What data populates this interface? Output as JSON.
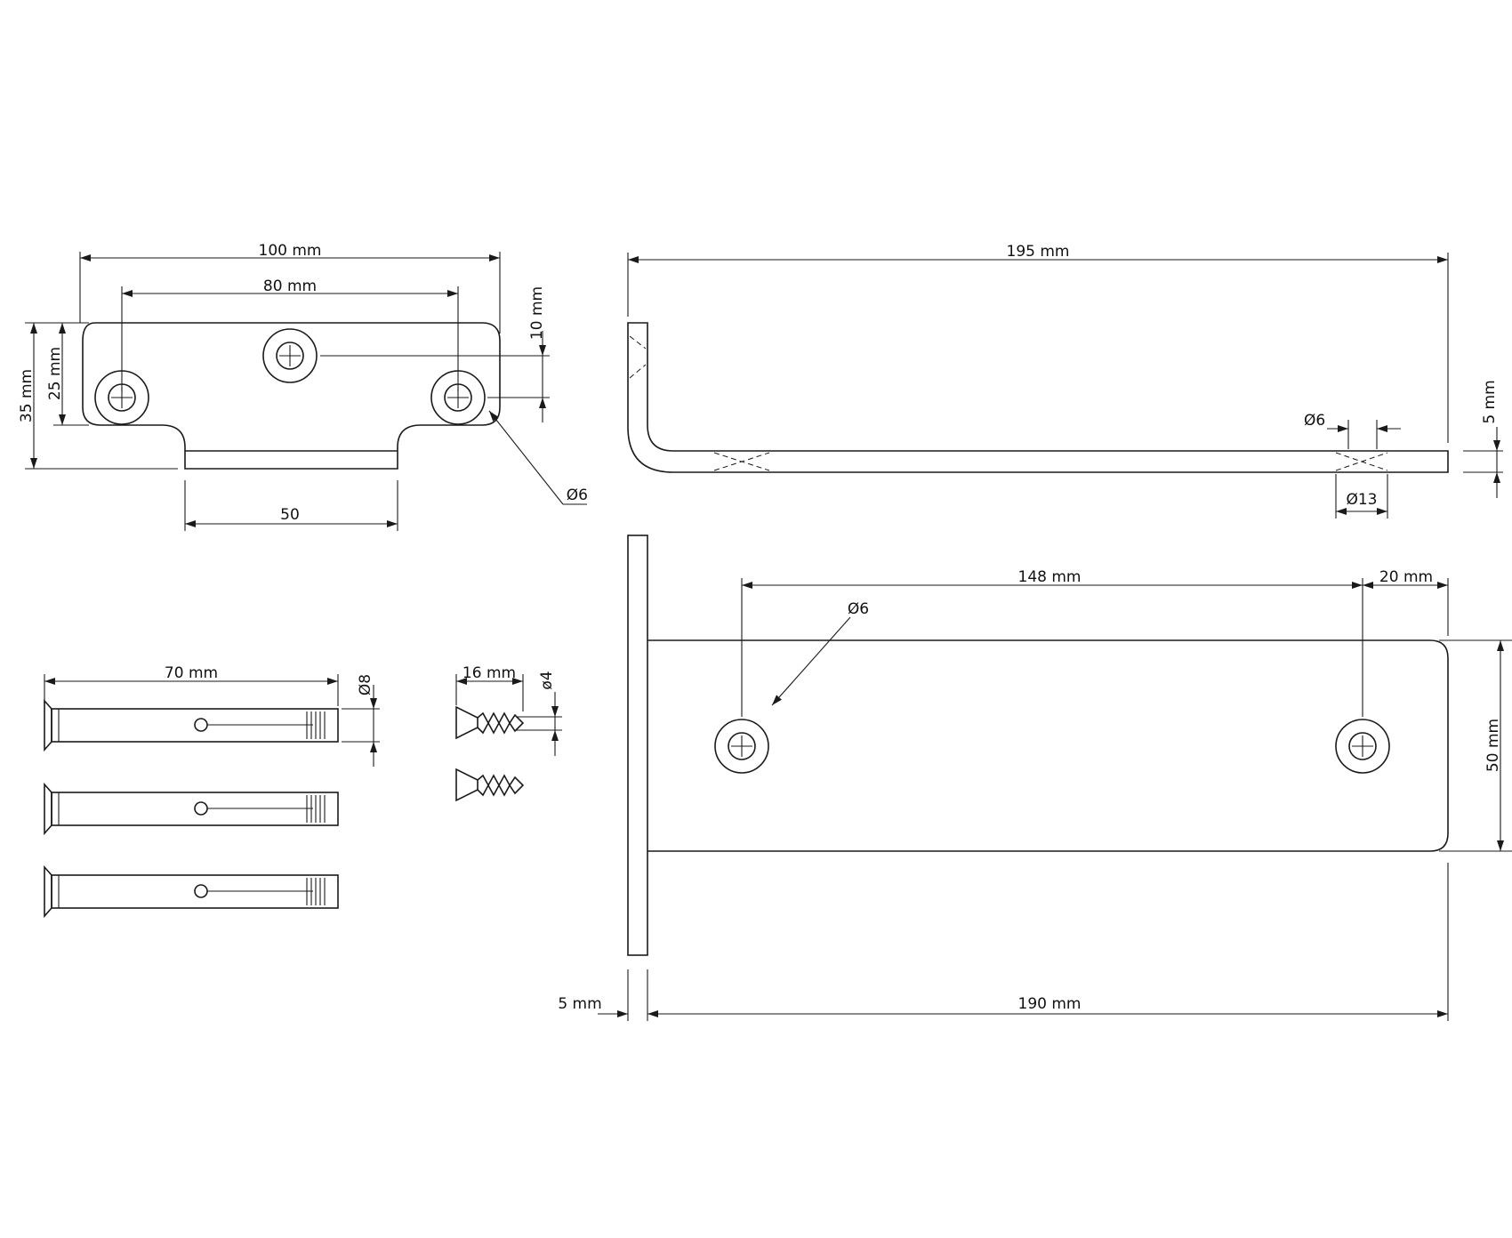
{
  "side_plate": {
    "overall_width": "100 mm",
    "hole_spacing": "80 mm",
    "total_height": "35 mm",
    "hole_height": "25 mm",
    "center_hole_offset": "10 mm",
    "hole_diameter": "Ø6",
    "bottom_width": "50"
  },
  "top_view": {
    "overall_length": "195 mm",
    "thickness": "5 mm",
    "hole_diameter": "Ø6",
    "countersink_diameter": "Ø13"
  },
  "plan_view": {
    "hole_diameter": "Ø6",
    "hole_spacing": "148 mm",
    "edge_offset": "20 mm",
    "width": "50 mm",
    "plate_thickness": "5 mm",
    "arm_length": "190 mm"
  },
  "anchor": {
    "length": "70 mm",
    "diameter": "Ø8"
  },
  "screw": {
    "length": "16 mm",
    "diameter": "ø4"
  }
}
